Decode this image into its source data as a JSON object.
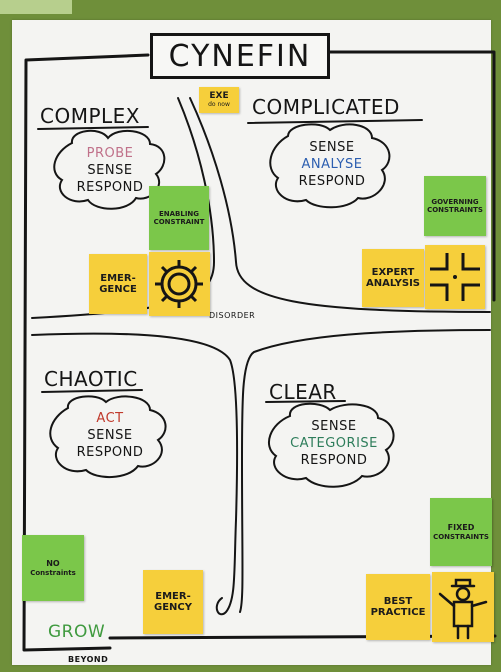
{
  "title": "CYNEFIN",
  "domains": {
    "complex": {
      "label": "COMPLEX",
      "lines": [
        "PROBE",
        "SENSE",
        "RESPOND"
      ]
    },
    "complicated": {
      "label": "COMPLICATED",
      "lines": [
        "SENSE",
        "ANALYSE",
        "RESPOND"
      ]
    },
    "chaotic": {
      "label": "CHAOTIC",
      "lines": [
        "ACT",
        "SENSE",
        "RESPOND"
      ]
    },
    "clear": {
      "label": "CLEAR",
      "lines": [
        "SENSE",
        "CATEGORISE",
        "RESPOND"
      ]
    }
  },
  "center_label": "DISORDER",
  "notes": {
    "exe": {
      "line1": "EXE",
      "line2": "do now"
    },
    "enabling": {
      "line1": "ENABLING",
      "line2": "CONSTRAINT"
    },
    "emergence": {
      "line1": "EMER-",
      "line2": "GENCE"
    },
    "governing": {
      "line1": "GOVERNING",
      "line2": "CONSTRAINTS"
    },
    "expert": {
      "line1": "EXPERT",
      "line2": "ANALYSIS"
    },
    "fixed": {
      "line1": "FIXED",
      "line2": "CONSTRAINTS"
    },
    "no_constraints": {
      "line1": "NO",
      "line2": "Constraints"
    },
    "emergency": {
      "line1": "EMER-",
      "line2": "GENCY"
    },
    "best_practice": {
      "line1": "BEST",
      "line2": "PRACTICE"
    }
  },
  "grow": {
    "line1": "GROW",
    "line2": "BEYOND"
  },
  "colors": {
    "background": "#6f8f3a",
    "paper": "#f4f4f2",
    "ink": "#151515",
    "probe": "#c0718a",
    "analyse": "#2d5fb0",
    "act": "#c0392b",
    "categorise": "#2e7d5b",
    "grow": "#3f9a3f",
    "sticky_yellow": "#f6cf3b",
    "sticky_green": "#7bc74a"
  }
}
